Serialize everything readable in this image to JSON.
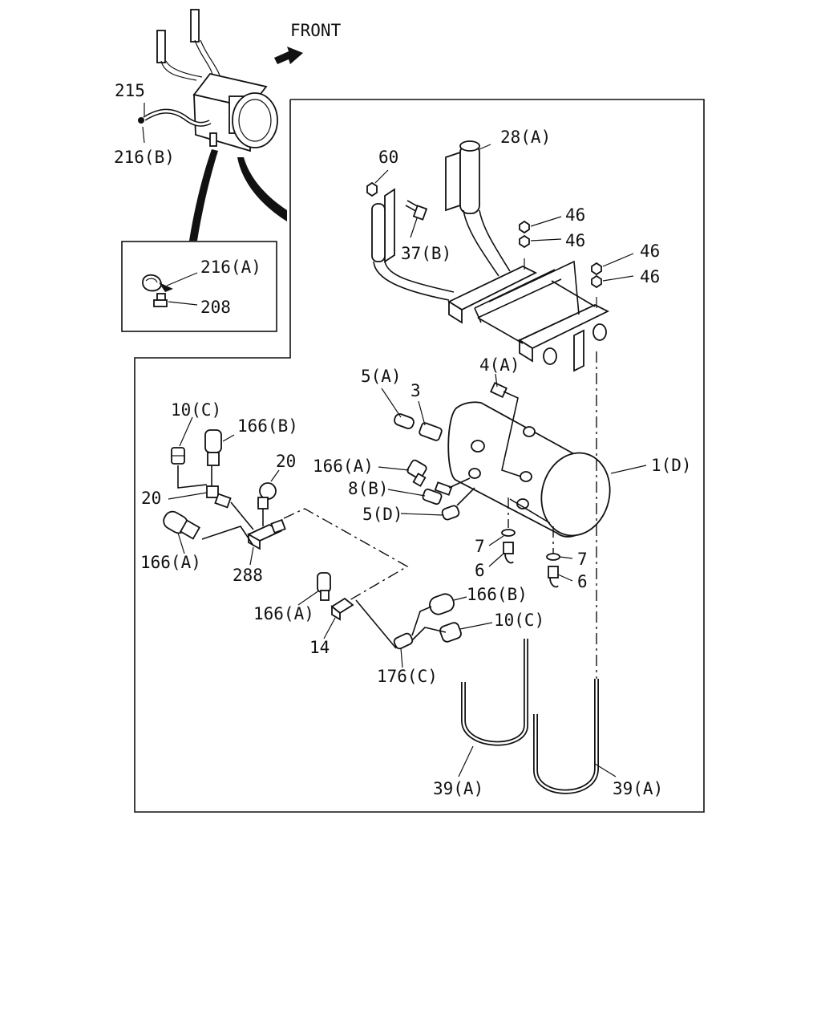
{
  "direction_label": "FRONT",
  "callouts": {
    "c215": "215",
    "c216b": "216(B)",
    "c216a": "216(A)",
    "c208": "208",
    "c28a": "28(A)",
    "c60": "60",
    "c37b": "37(B)",
    "c46_1": "46",
    "c46_2": "46",
    "c46_3": "46",
    "c46_4": "46",
    "c5a": "5(A)",
    "c3": "3",
    "c4a": "4(A)",
    "c10c_1": "10(C)",
    "c166b_1": "166(B)",
    "c20_1": "20",
    "c20_2": "20",
    "c166a_1": "166(A)",
    "c8b": "8(B)",
    "c5d": "5(D)",
    "c1d": "1(D)",
    "c166a_2": "166(A)",
    "c288": "288",
    "c7_1": "7",
    "c6_1": "6",
    "c7_2": "7",
    "c6_2": "6",
    "c166a_3": "166(A)",
    "c14": "14",
    "c166b_2": "166(B)",
    "c10c_2": "10(C)",
    "c176c": "176(C)",
    "c39a_1": "39(A)",
    "c39a_2": "39(A)"
  }
}
